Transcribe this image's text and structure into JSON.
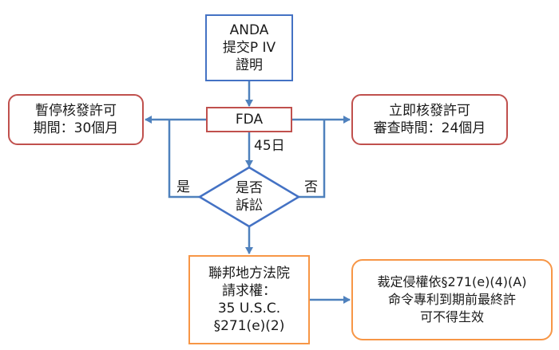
{
  "colors": {
    "blue": "#4472C4",
    "red": "#C0504D",
    "orange": "#F79646",
    "arrow": "#4F81BD"
  },
  "nodes": {
    "anda": {
      "lines": [
        "ANDA",
        "提交P IV",
        "證明"
      ]
    },
    "fda": {
      "lines": [
        "FDA"
      ]
    },
    "stay_left": {
      "lines": [
        "暫停核發許可",
        "期間：30個月"
      ]
    },
    "approve_right": {
      "lines": [
        "立即核發許可",
        "審查時間：24個月"
      ]
    },
    "decision": {
      "lines": [
        "是否",
        "訴訟"
      ]
    },
    "federal_court": {
      "lines": [
        "聯邦地方法院",
        "請求權：",
        "35 U.S.C.",
        "§271(e)(2)"
      ]
    },
    "infringement": {
      "lines": [
        "裁定侵權依§271(e)(4)(A)",
        "命令專利到期前最終許",
        "可不得生效"
      ]
    }
  },
  "edge_labels": {
    "days": "45日",
    "yes": "是",
    "no": "否"
  }
}
